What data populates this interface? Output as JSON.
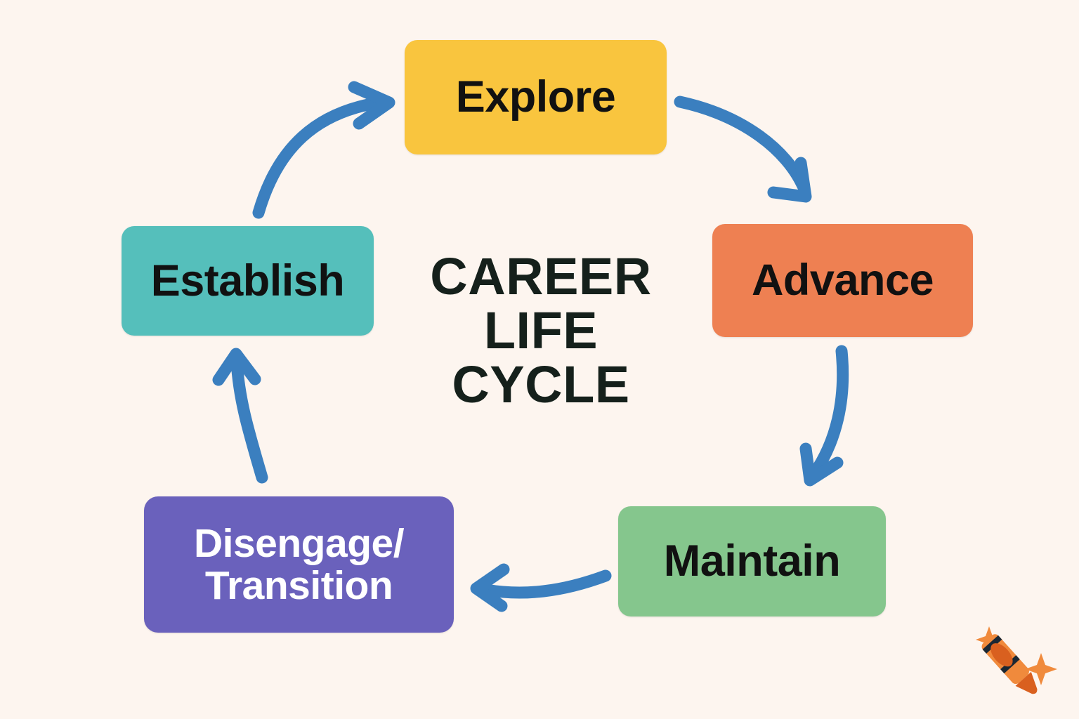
{
  "page": {
    "background_color": "#FDF5EF",
    "title_lines": "CAREER\nLIFE\nCYCLE",
    "title_color": "#15201B"
  },
  "diagram": {
    "type": "cycle",
    "name": "Career Life Cycle",
    "center_title": "CAREER LIFE CYCLE",
    "arrow_color": "#3B7FBF",
    "nodes": [
      {
        "id": "explore",
        "label": "Explore",
        "color": "#F9C53E",
        "text_color": "#111111",
        "position": "top"
      },
      {
        "id": "advance",
        "label": "Advance",
        "color": "#EE8052",
        "text_color": "#111111",
        "position": "right"
      },
      {
        "id": "maintain",
        "label": "Maintain",
        "color": "#85C68D",
        "text_color": "#111111",
        "position": "bottom-right"
      },
      {
        "id": "disengage",
        "label": "Disengage/\nTransition",
        "color": "#6A61BC",
        "text_color": "#FFFFFF",
        "position": "bottom-left"
      },
      {
        "id": "establish",
        "label": "Establish",
        "color": "#55BFBB",
        "text_color": "#111111",
        "position": "left"
      }
    ],
    "connections": [
      {
        "id": "establish-to-explore",
        "from": "Establish",
        "to": "Explore"
      },
      {
        "id": "explore-to-advance",
        "from": "Explore",
        "to": "Advance"
      },
      {
        "id": "advance-to-maintain",
        "from": "Advance",
        "to": "Maintain"
      },
      {
        "id": "maintain-to-disengage",
        "from": "Maintain",
        "to": "Disengage/Transition"
      },
      {
        "id": "disengage-to-establish",
        "from": "Disengage/Transition",
        "to": "Establish"
      }
    ]
  },
  "watermark": {
    "icon": "crayon-icon",
    "color": "#F08A3C",
    "accent_color": "#D9601F"
  }
}
